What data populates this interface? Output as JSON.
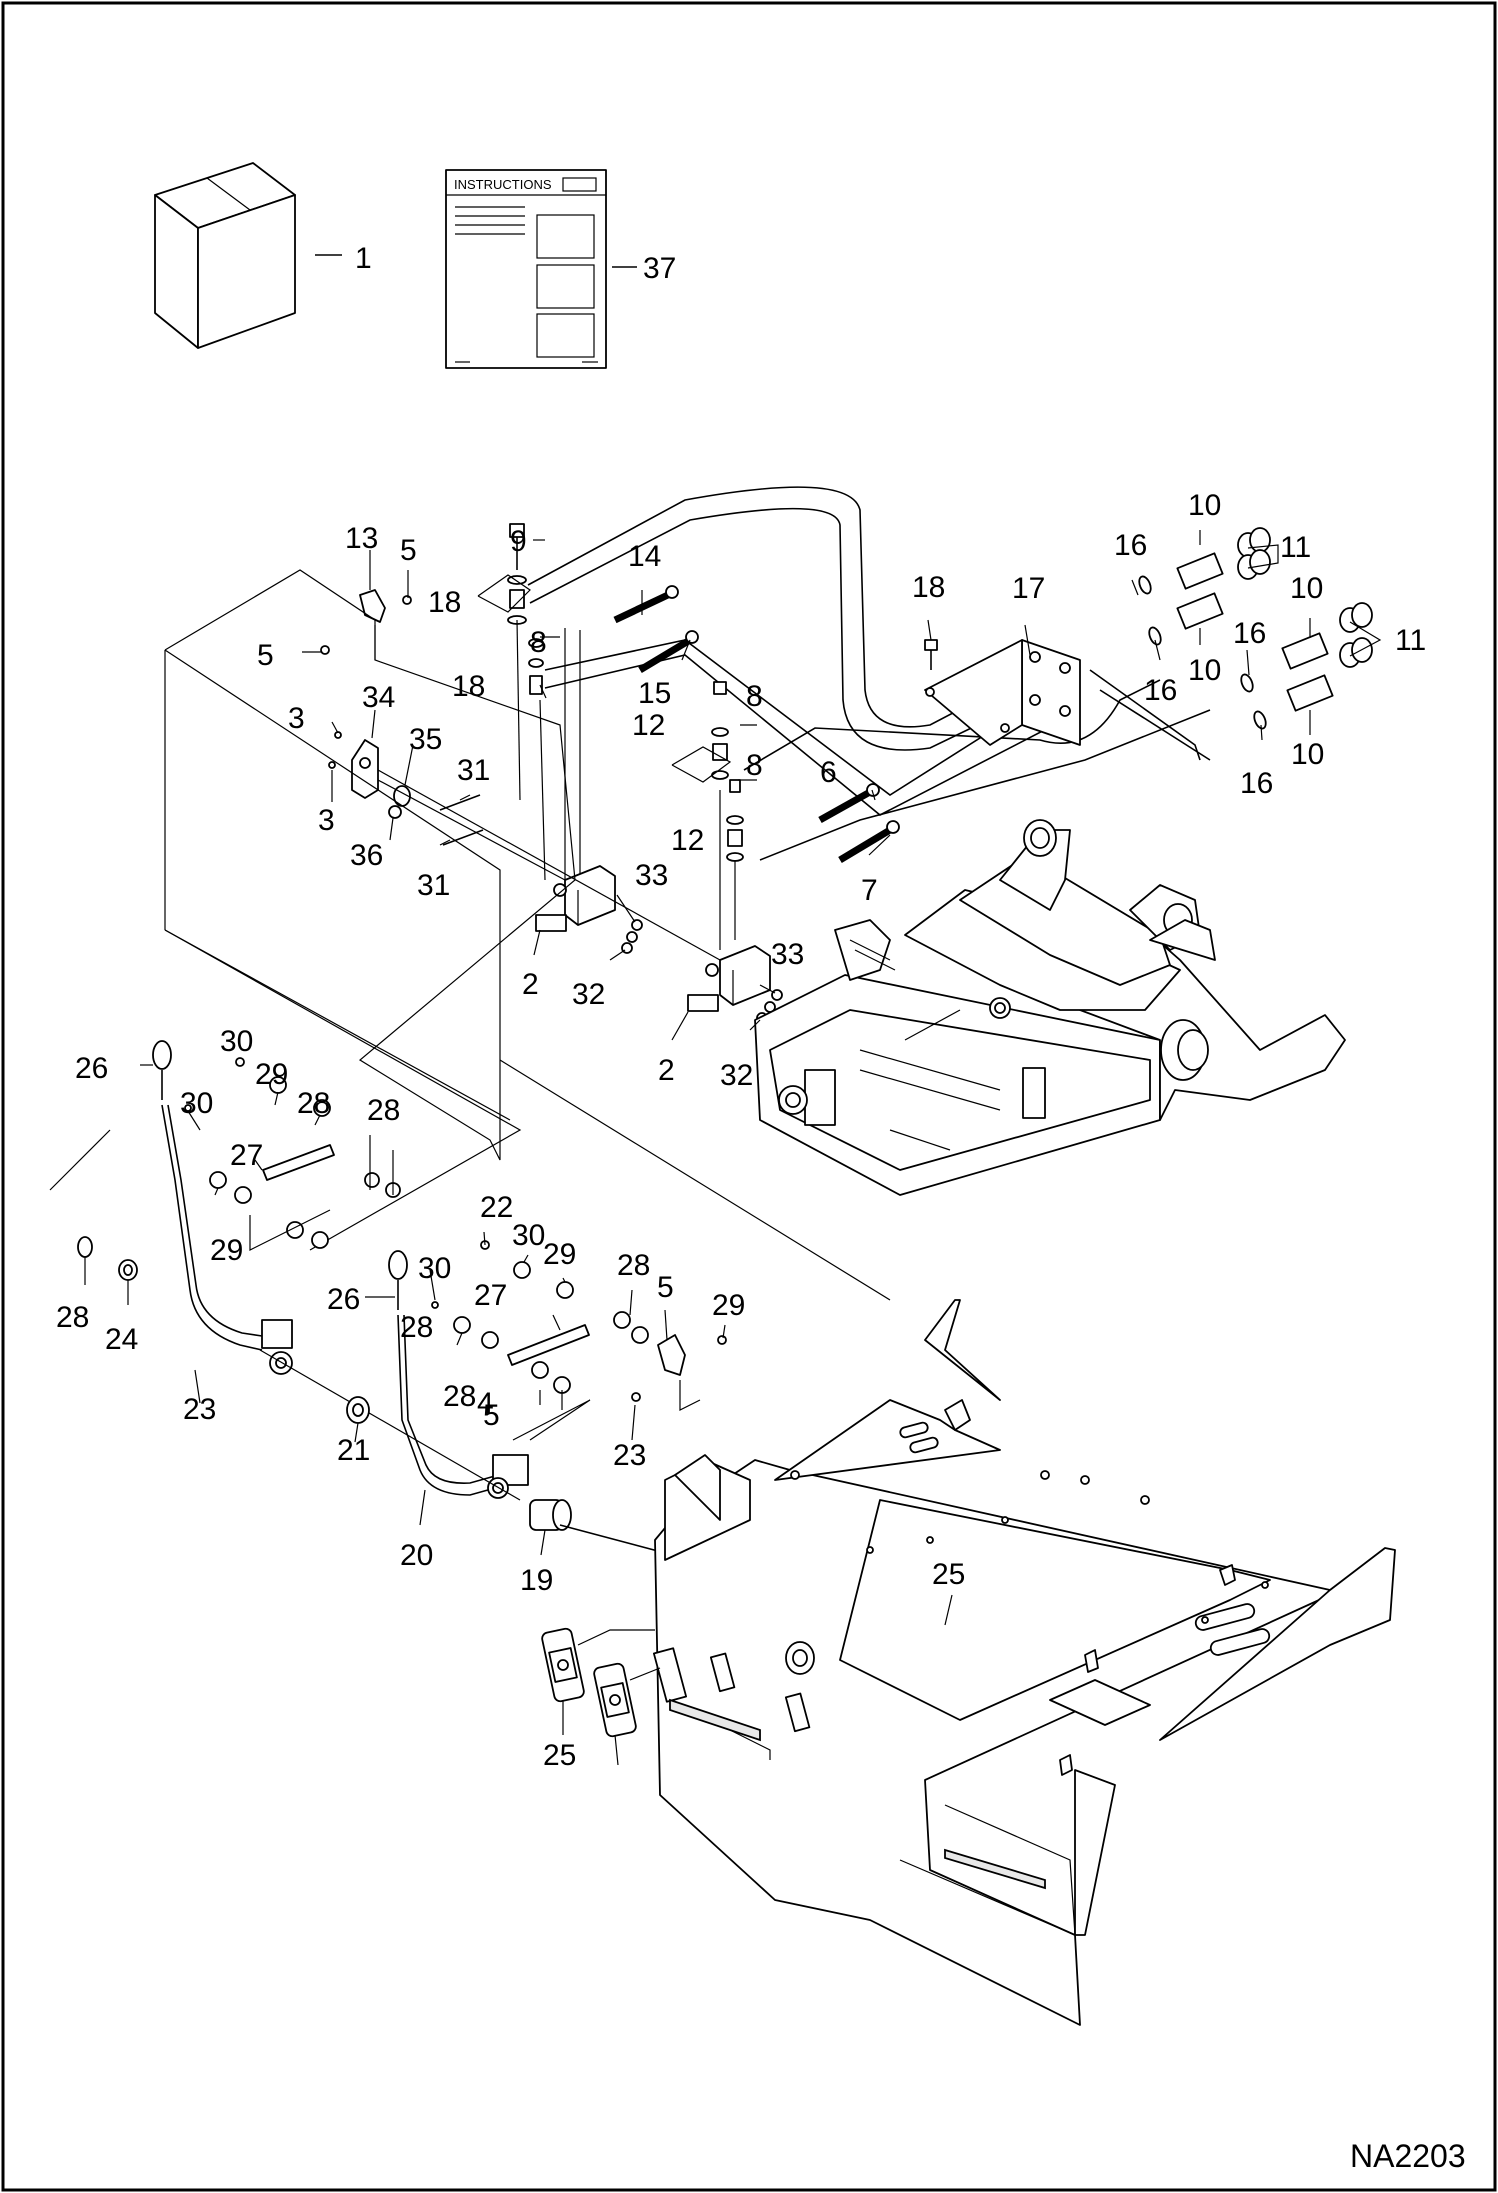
{
  "drawing_number": "NA2203",
  "instructions_title": "INSTRUCTIONS",
  "callouts": [
    "1",
    "37",
    "13",
    "5",
    "5",
    "9",
    "18",
    "8",
    "18",
    "14",
    "15",
    "3",
    "34",
    "35",
    "3",
    "36",
    "31",
    "31",
    "2",
    "33",
    "32",
    "12",
    "8",
    "8",
    "12",
    "6",
    "7",
    "33",
    "2",
    "32",
    "18",
    "17",
    "16",
    "10",
    "11",
    "10",
    "16",
    "16",
    "10",
    "11",
    "16",
    "10",
    "26",
    "30",
    "29",
    "28",
    "28",
    "30",
    "27",
    "29",
    "28",
    "24",
    "23",
    "22",
    "30",
    "29",
    "28",
    "26",
    "30",
    "27",
    "28",
    "4",
    "5",
    "29",
    "28",
    "5",
    "23",
    "21",
    "20",
    "19",
    "25",
    "25"
  ]
}
